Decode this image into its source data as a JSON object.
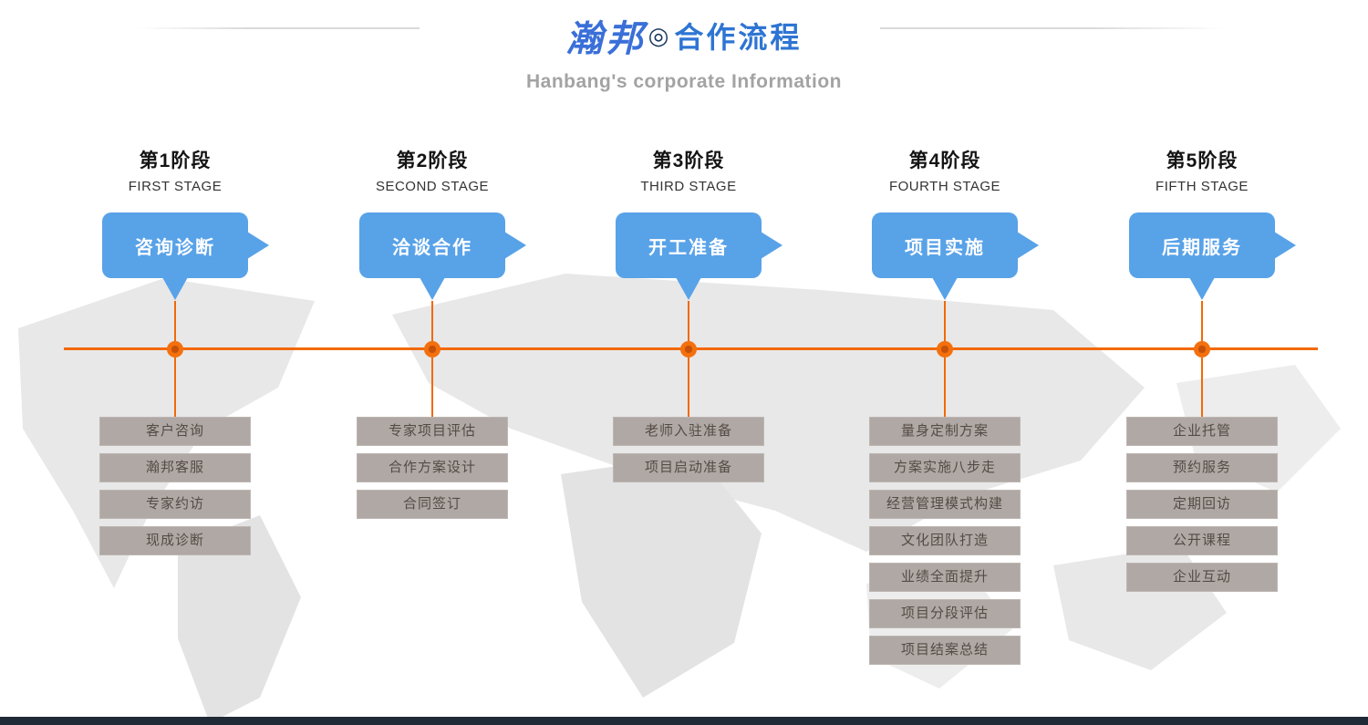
{
  "colors": {
    "accent_blue": "#58a2e8",
    "accent_orange": "#f26907",
    "box_bg": "#b0a8a4",
    "box_text": "#554b46",
    "title_blue": "#2e75d3",
    "subtitle_gray": "#a3a3a3",
    "footer_dark": "#1f2a36"
  },
  "header": {
    "brand": "瀚邦",
    "brand_mark": "◎",
    "title": "合作流程",
    "subtitle": "Hanbang's corporate Information"
  },
  "stages": [
    {
      "label": "第1阶段",
      "label_en": "FIRST STAGE",
      "bubble": "咨询诊断",
      "items": [
        "客户咨询",
        "瀚邦客服",
        "专家约访",
        "现成诊断"
      ]
    },
    {
      "label": "第2阶段",
      "label_en": "SECOND STAGE",
      "bubble": "洽谈合作",
      "items": [
        "专家项目评估",
        "合作方案设计",
        "合同签订"
      ]
    },
    {
      "label": "第3阶段",
      "label_en": "THIRD STAGE",
      "bubble": "开工准备",
      "items": [
        "老师入驻准备",
        "项目启动准备"
      ]
    },
    {
      "label": "第4阶段",
      "label_en": "FOURTH STAGE",
      "bubble": "项目实施",
      "items": [
        "量身定制方案",
        "方案实施八步走",
        "经营管理模式构建",
        "文化团队打造",
        "业绩全面提升",
        "项目分段评估",
        "项目结案总结"
      ]
    },
    {
      "label": "第5阶段",
      "label_en": "FIFTH STAGE",
      "bubble": "后期服务",
      "items": [
        "企业托管",
        "预约服务",
        "定期回访",
        "公开课程",
        "企业互动"
      ]
    }
  ]
}
